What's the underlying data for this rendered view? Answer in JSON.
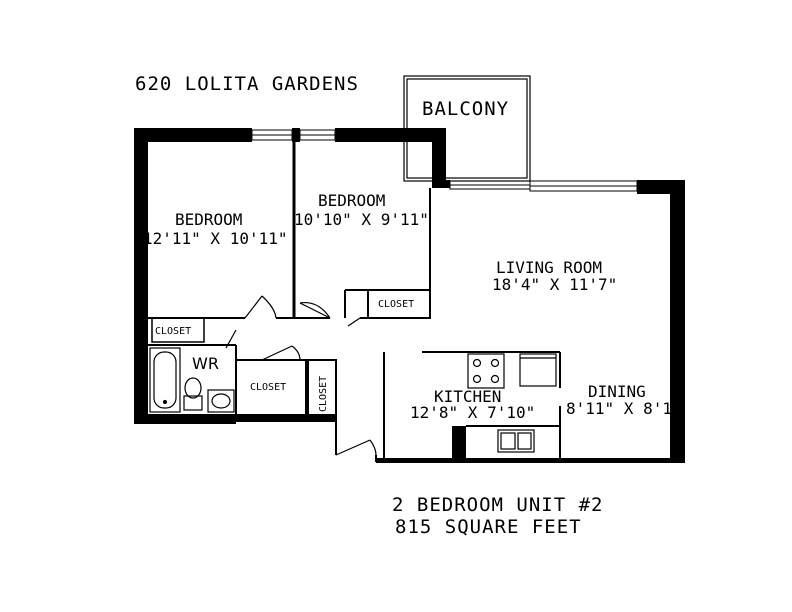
{
  "building": "620 LOLITA GARDENS",
  "unit": {
    "line1": "2 BEDROOM UNIT #2",
    "line2": "815 SQUARE FEET"
  },
  "rooms": {
    "balcony": "BALCONY",
    "bedroom1": {
      "name": "BEDROOM",
      "size": "12'11\" X 10'11\""
    },
    "bedroom2": {
      "name": "BEDROOM",
      "size": "10'10\" X 9'11\""
    },
    "living": {
      "name": "LIVING ROOM",
      "size": "18'4\" X 11'7\""
    },
    "kitchen": {
      "name": "KITCHEN",
      "size": "12'8\" X 7'10\""
    },
    "dining": {
      "name": "DINING",
      "size": "8'11\" X 8'1\""
    },
    "wr": "WR",
    "closet_bed2": "CLOSET",
    "closet_bed1": "CLOSET",
    "closet_hall": "CLOSET",
    "closet_entry": "CLOSET"
  }
}
